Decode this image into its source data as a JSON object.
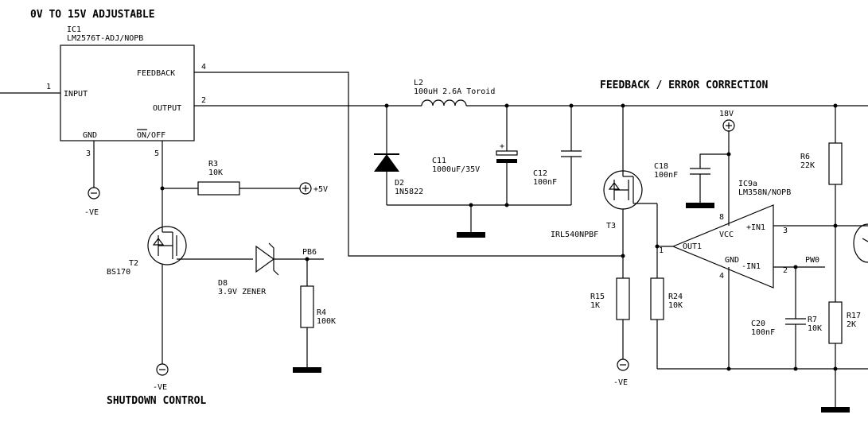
{
  "titles": {
    "top_left": "0V TO 15V ADJUSTABLE",
    "feedback": "FEEDBACK / ERROR CORRECTION",
    "shutdown": "SHUTDOWN CONTROL"
  },
  "ic1": {
    "ref": "IC1",
    "part": "LM2576T-ADJ/NOPB",
    "pins": {
      "input": "INPUT",
      "feedback": "FEEDBACK",
      "output": "OUTPUT",
      "gnd": "GND",
      "onoff": "ON/OFF"
    },
    "pin_numbers": {
      "input": "1",
      "feedback": "4",
      "output": "2",
      "gnd": "3",
      "onoff": "5"
    }
  },
  "components": {
    "r3": {
      "ref": "R3",
      "value": "10K"
    },
    "r4": {
      "ref": "R4",
      "value": "100K"
    },
    "t2": {
      "ref": "T2",
      "value": "BS170"
    },
    "d8": {
      "ref": "D8",
      "value": "3.9V ZENER"
    },
    "l2": {
      "ref": "L2",
      "value": "100uH 2.6A Toroid"
    },
    "d2": {
      "ref": "D2",
      "value": "1N5822"
    },
    "c11": {
      "ref": "C11",
      "value": "1000uF/35V"
    },
    "c12": {
      "ref": "C12",
      "value": "100nF"
    },
    "t3": {
      "ref": "T3",
      "value": "IRL540NPBF"
    },
    "r15": {
      "ref": "R15",
      "value": "1K"
    },
    "r24": {
      "ref": "R24",
      "value": "10K"
    },
    "c18": {
      "ref": "C18",
      "value": "100nF"
    },
    "ic9a": {
      "ref": "IC9a",
      "value": "LM358N/NOPB"
    },
    "r6": {
      "ref": "R6",
      "value": "22K"
    },
    "r7": {
      "ref": "R7",
      "value": "10K"
    },
    "c20": {
      "ref": "C20",
      "value": "100nF"
    },
    "r17": {
      "ref": "R17",
      "value": "2K"
    }
  },
  "opamp": {
    "vcc": "VCC",
    "gnd": "GND",
    "in_p": "+IN1",
    "in_n": "-IN1",
    "out": "OUT1",
    "pin3": "3",
    "pin2": "2",
    "pin8": "8",
    "pin4": "4",
    "pin1": "1"
  },
  "nets": {
    "pb6": "PB6",
    "pw0": "PW0",
    "plus5v": "+5V",
    "v18": "18V",
    "ve": "-VE",
    "plus_sign": "+"
  }
}
